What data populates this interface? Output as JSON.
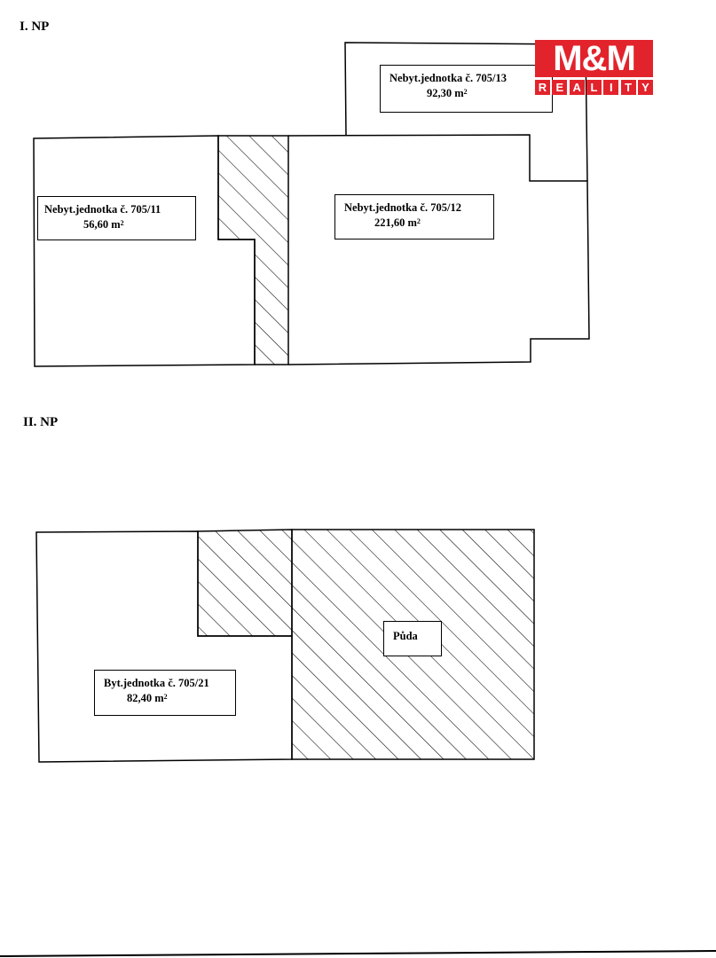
{
  "floors": {
    "floor1": {
      "title": "I. NP",
      "units": {
        "u705_13": {
          "name": "Nebyt.jednotka č. 705/13",
          "area_num": "92,30 m",
          "area_exp": "2"
        },
        "u705_11": {
          "name": "Nebyt.jednotka č. 705/11",
          "area_num": "56,60 m",
          "area_exp": "2"
        },
        "u705_12": {
          "name": "Nebyt.jednotka č. 705/12",
          "area_num": "221,60 m",
          "area_exp": "2"
        }
      }
    },
    "floor2": {
      "title": "II. NP",
      "units": {
        "u705_21": {
          "name": "Byt.jednotka č. 705/21",
          "area_num": "82,40 m",
          "area_exp": "2"
        },
        "puda": {
          "name": "Půda"
        }
      }
    }
  },
  "logo": {
    "top": "M&M",
    "letters": [
      "R",
      "E",
      "A",
      "L",
      "I",
      "T",
      "Y"
    ],
    "color": "#e2232c"
  }
}
